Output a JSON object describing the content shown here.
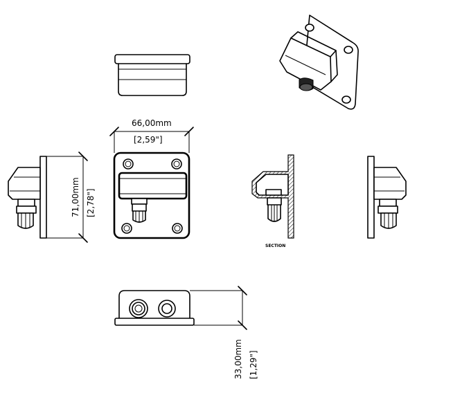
{
  "dimensions": {
    "width_mm": "66,00mm",
    "width_in": "[2,59\"]",
    "height_mm": "71,00mm",
    "height_in": "[2,78\"]",
    "depth_mm": "33,00mm",
    "depth_in": "[1,29\"]"
  },
  "labels": {
    "section": "SECTION"
  }
}
